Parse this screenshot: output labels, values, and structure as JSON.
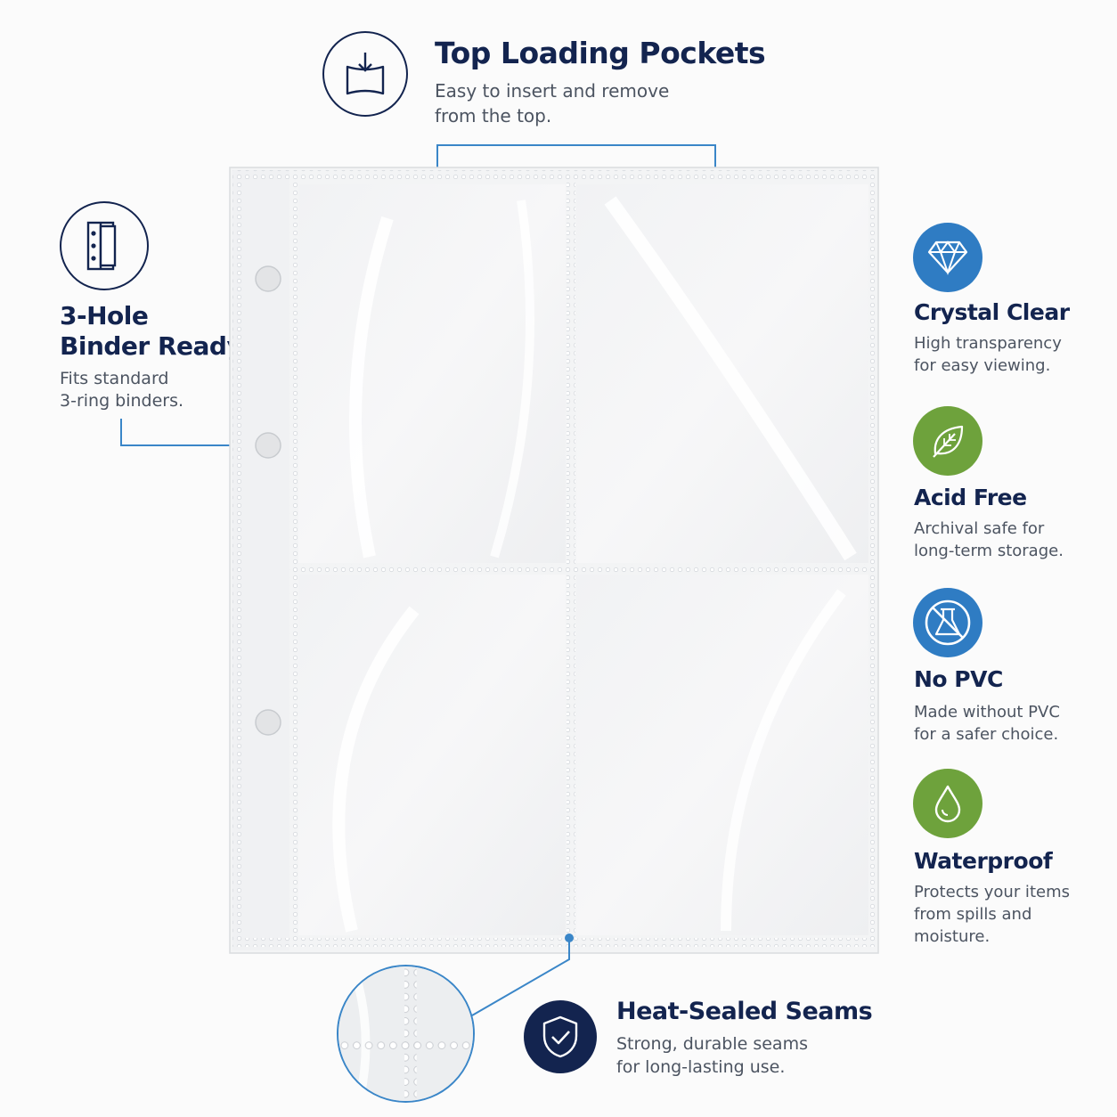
{
  "top_feature": {
    "title": "Top Loading Pockets",
    "desc_lines": [
      "Easy to insert and remove",
      "from the top."
    ],
    "icon": "top-loading-icon"
  },
  "left_feature": {
    "title_lines": [
      "3-Hole",
      "Binder Ready"
    ],
    "desc_lines": [
      "Fits standard",
      "3-ring binders."
    ],
    "icon": "binder-ring-icon"
  },
  "right_features": [
    {
      "title": "Crystal Clear",
      "desc_lines": [
        "High transparency",
        "for easy viewing."
      ],
      "icon": "diamond-icon",
      "color": "#2f7cc3"
    },
    {
      "title": "Acid Free",
      "desc_lines": [
        "Archival safe for",
        "long-term storage."
      ],
      "icon": "leaf-icon",
      "color": "#6ea23c"
    },
    {
      "title": "No PVC",
      "desc_lines": [
        "Made without PVC",
        "for a safer choice."
      ],
      "icon": "no-pvc-icon",
      "color": "#2f7cc3"
    },
    {
      "title": "Waterproof",
      "desc_lines": [
        "Protects your items",
        "from spills and",
        "moisture."
      ],
      "icon": "water-drop-icon",
      "color": "#6ea23c"
    }
  ],
  "bottom_feature": {
    "title": "Heat-Sealed Seams",
    "desc_lines": [
      "Strong, durable seams",
      "for long-lasting use."
    ],
    "icon": "shield-check-icon",
    "color": "#13244f"
  },
  "colors": {
    "navy": "#13244f",
    "accent_blue": "#2f7cc3",
    "green": "#6ea23c",
    "callout_line": "#3a86c8"
  }
}
